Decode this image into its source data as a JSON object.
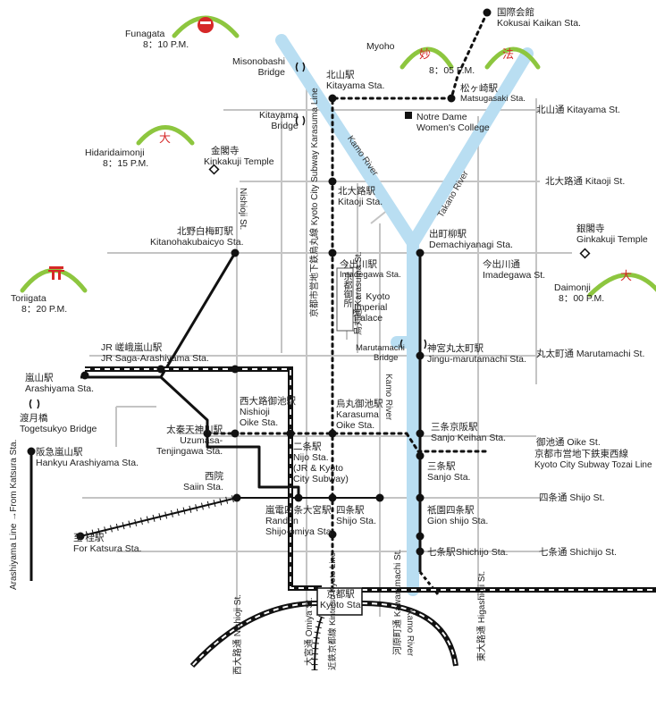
{
  "bonfires": [
    {
      "name": "Funagata",
      "time": "8：10 P.M."
    },
    {
      "name": "Myoho",
      "time": "8：05 P.M.",
      "glyph1": "妙",
      "glyph2": "法"
    },
    {
      "name": "Hidaridaimonji",
      "time": "8：15 P.M.",
      "glyph": "大"
    },
    {
      "name": "Toriigata",
      "time": "8：20 P.M."
    },
    {
      "name": "Daimonji",
      "time": "8：00 P.M.",
      "glyph": "大"
    }
  ],
  "landmarks": {
    "kokusai": {
      "ja": "国際会館",
      "en": "Kokusai Kaikan Sta."
    },
    "kinkakuji": {
      "ja": "金閣寺",
      "en": "Kinkakuji Temple"
    },
    "ginkakuji": {
      "ja": "銀閣寺",
      "en": "Ginkakuji Temple"
    },
    "notre_dame": "Notre Dame Women's College",
    "imperial_palace": {
      "ja": "京都御所",
      "en1": "← Kyoto",
      "en2": "Imperial",
      "en3": "Palace"
    },
    "misonobashi": {
      "l1": "Misonobashi",
      "l2": "Bridge"
    },
    "kitayama_bridge": {
      "l1": "Kitayama",
      "l2": "Bridge"
    },
    "marutamachi_bridge": {
      "l1": "Marutamachi",
      "l2": "Bridge"
    },
    "togetsukyo": {
      "ja": "渡月橋",
      "en": "Togetsukyo Bridge"
    }
  },
  "stations": {
    "kitayama": {
      "ja": "北山駅",
      "en": "Kitayama Sta."
    },
    "matsugasaki": {
      "ja": "松ヶ崎駅",
      "en": "Matsugasaki Sta."
    },
    "kitaoji": {
      "ja": "北大路駅",
      "en": "Kitaoji Sta."
    },
    "kitanohakubaicyo": {
      "ja": "北野白梅町駅",
      "en": "Kitanohakubaicyo Sta."
    },
    "imadegawa": {
      "ja": "今出川駅",
      "en": "Imadegawa Sta."
    },
    "demachiyanagi": {
      "ja": "出町柳駅",
      "en": "Demachiyanagi Sta."
    },
    "jr_saga": {
      "ja": "JR 嵯峨嵐山駅",
      "en": "JR Saga-Arashiyama Sta."
    },
    "arashiyama": {
      "ja": "嵐山駅",
      "en": "Arashiyama Sta."
    },
    "jingu": {
      "ja": "神宮丸太町駅",
      "en": "Jingu-marutamachi Sta."
    },
    "nishioji_oike": {
      "ja": "西大路御池駅",
      "en1": "Nishioji",
      "en2": "Oike Sta."
    },
    "karasuma_oike": {
      "ja": "烏丸御池駅",
      "en1": "Karasuma",
      "en2": "Oike Sta."
    },
    "sanjo_keihan": {
      "ja": "三条京阪駅",
      "en": "Sanjo Keihan Sta."
    },
    "uzumasa": {
      "ja": "太秦天神川駅",
      "en1": "Uzumasa-",
      "en2": "Tenjingawa Sta."
    },
    "hankyu_arashiyama": {
      "ja": "阪急嵐山駅",
      "en": "Hankyu Arashiyama Sta."
    },
    "nijo": {
      "ja": "二条駅",
      "en1": "Nijo Sta.",
      "en2": "(JR & Kyoto",
      "en3": "City Subway)"
    },
    "sanjo": {
      "ja": "三条駅",
      "en": "Sanjo Sta."
    },
    "saiin": {
      "ja": "西院",
      "en": "Saiin Sta."
    },
    "randen_shijo_omiya": {
      "ja": "嵐電四条大宮駅",
      "en1": "Randen",
      "en2": "Shijo-omiya Sta."
    },
    "shijo": {
      "ja": "四条駅",
      "en": "Shijo Sta."
    },
    "gion_shijo": {
      "ja": "祇園四条駅",
      "en": "Gion shijo Sta."
    },
    "katsura": {
      "ja": "至 桂駅",
      "en": "For Katsura Sta."
    },
    "shichijo": {
      "ja": "七条駅",
      "en": "Shichijo Sta."
    },
    "kyoto": {
      "ja": "京都駅",
      "en": "Kyoto Sta."
    }
  },
  "streets": {
    "kitayama": "北山通 Kitayama St.",
    "kitaoji": "北大路通 Kitaoji St.",
    "imadegawa": {
      "ja": "今出川通",
      "en": "Imadegawa St."
    },
    "marutamachi": "丸太町通 Marutamachi St.",
    "oike": "御池通 Oike St.",
    "tozai1": "京都市営地下鉄東西線",
    "tozai2": "Kyoto City Subway Tozai Line",
    "shijo": "四条通 Shijo St.",
    "shichijo": "七条通 Shichijo St.",
    "nishioji": "Nishioji St.",
    "karasuma_line": "京都市営地下鉄烏丸線 Kyoto City Subway Karasuma Line",
    "karasuma_st": "烏丸通 Karasuma St.",
    "kawaramachi": "河原町通 Kawaramachi St.",
    "nishioji_bottom": "西大路通 Nishioji St.",
    "omiya": "大宮通 Omiya St.",
    "kintetsu": "近鉄京都線 Kintetsu Kyoto Line",
    "higashioji": "東大路通 Higashioji St.",
    "arashiyama_line": "Arashiyama Line →From Katsura Sta."
  },
  "rivers": {
    "kamo_upper": "Kamo River",
    "takano": "Takano River",
    "kamo_mid": "Kamo River",
    "kamo_bottom": "Kamo River"
  },
  "colors": {
    "river": "#b9def2",
    "mountain": "#8dc63f",
    "bonfire": "#d62828",
    "road": "#bdbdbd",
    "line": "#111111"
  }
}
